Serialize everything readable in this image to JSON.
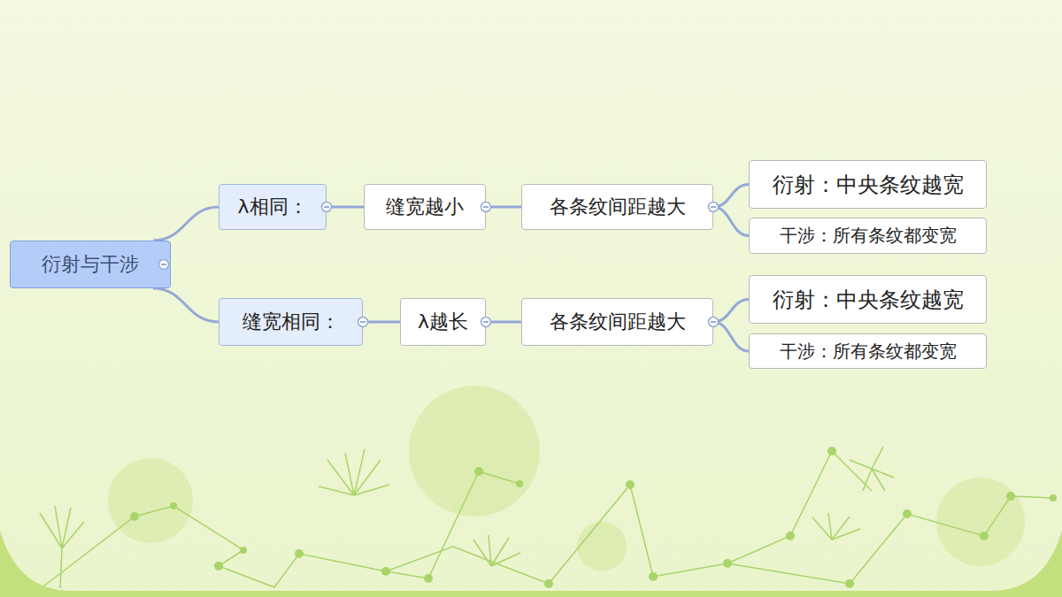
{
  "diagram": {
    "nodes": [
      {
        "text": [
          "衍射与干涉"
        ]
      },
      {
        "text": [
          "λ相同："
        ]
      },
      {
        "text": [
          "缝宽越小"
        ]
      },
      {
        "text": [
          "各条纹间距越大"
        ]
      },
      {
        "text": [
          "衍射：中央条纹越宽"
        ]
      },
      {
        "text": [
          "干涉：所有条纹都变宽"
        ]
      },
      {
        "text": [
          "缝宽相同："
        ]
      },
      {
        "text": [
          "λ越长"
        ]
      },
      {
        "text": [
          "各条纹间距越大"
        ]
      },
      {
        "text": [
          "衍射：中央条纹越宽"
        ]
      },
      {
        "text": [
          "干涉：所有条纹都变宽"
        ]
      }
    ],
    "edges": [
      {
        "from": 0,
        "to": 1,
        "arrow": "none"
      },
      {
        "from": 1,
        "to": 2,
        "arrow": "none"
      },
      {
        "from": 2,
        "to": 3,
        "arrow": "none"
      },
      {
        "from": 3,
        "to": 4,
        "arrow": "none"
      },
      {
        "from": 3,
        "to": 5,
        "arrow": "none"
      },
      {
        "from": 0,
        "to": 6,
        "arrow": "none"
      },
      {
        "from": 6,
        "to": 7,
        "arrow": "none"
      },
      {
        "from": 7,
        "to": 8,
        "arrow": "none"
      },
      {
        "from": 8,
        "to": 9,
        "arrow": "none"
      },
      {
        "from": 8,
        "to": 10,
        "arrow": "none"
      }
    ]
  }
}
